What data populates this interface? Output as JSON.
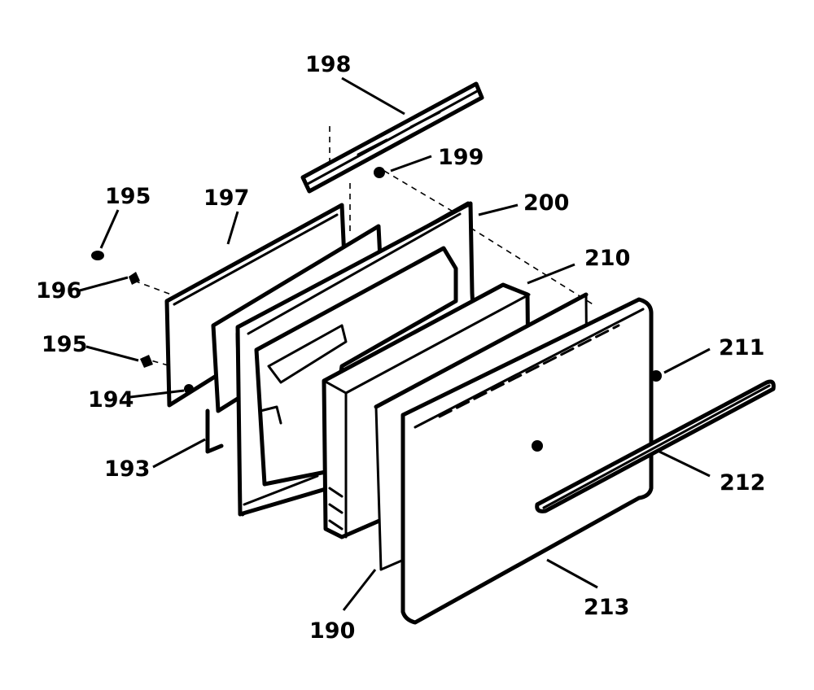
{
  "callouts": {
    "c198": "198",
    "c199": "199",
    "c200": "200",
    "c195a": "195",
    "c197": "197",
    "c196": "196",
    "c210": "210",
    "c195b": "195",
    "c211": "211",
    "c194": "194",
    "c193": "193",
    "c212": "212",
    "c213": "213",
    "c190": "190"
  }
}
